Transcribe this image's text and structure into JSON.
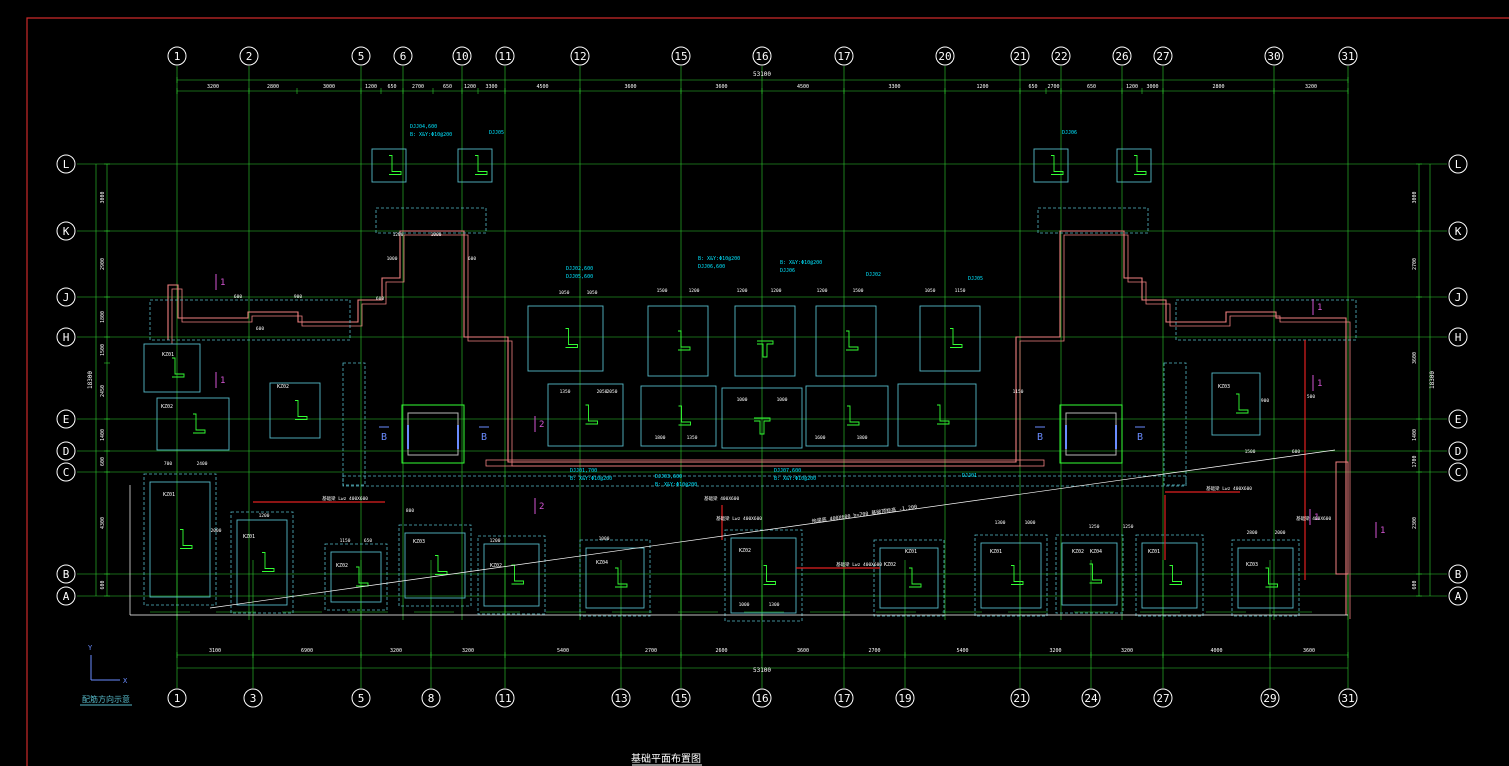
{
  "drawing": {
    "title": "基础平面布置图",
    "total_dimension_top": "53100",
    "total_dimension_bottom": "53100",
    "ucs_label_y": "Y",
    "ucs_label_x": "X",
    "note_label": "配筋方向示意",
    "colors": {
      "background": "#000000",
      "frame": "#cc2a2a",
      "axis": "#2fd02f",
      "bubble": "#ffffff",
      "dim": "#2fd02f",
      "dim_text": "#ffffff",
      "footing": "#56b9c8",
      "rebar": "#33ff33",
      "wall": "#f08080",
      "beam": "#e02020",
      "column": "#6a8cff",
      "callout": "#00e5ff",
      "section": "#d455d4",
      "grey": "#b8b8b8"
    }
  },
  "grid": {
    "top_axes": [
      "1",
      "2",
      "5",
      "6",
      "10",
      "11",
      "12",
      "15",
      "16",
      "17",
      "20",
      "21",
      "22",
      "26",
      "27",
      "30",
      "31"
    ],
    "bottom_axes": [
      "1",
      "3",
      "5",
      "8",
      "11",
      "13",
      "15",
      "16",
      "17",
      "19",
      "21",
      "24",
      "27",
      "29",
      "31"
    ],
    "row_axes": [
      "L",
      "K",
      "J",
      "H",
      "E",
      "D",
      "C",
      "B",
      "A"
    ]
  },
  "dimensions": {
    "top_segments": [
      "3200",
      "2800",
      "3000",
      "1200",
      "650",
      "2700",
      "650",
      "1200",
      "3300",
      "4500",
      "3600",
      "3600",
      "4500",
      "3300",
      "1200",
      "650",
      "2700",
      "650",
      "1200",
      "3000",
      "2800",
      "3200"
    ],
    "bottom_segments": [
      "3100",
      "6900",
      "3200",
      "3200",
      "5400",
      "2700",
      "2600",
      "3600",
      "2700",
      "5400",
      "3200",
      "3200",
      "4000",
      "3600"
    ],
    "left_segments": [
      "3000",
      "2900",
      "1800",
      "1500",
      "2450",
      "1400",
      "600",
      "4300",
      "600"
    ],
    "left_total": "18300",
    "right_segments": [
      "3000",
      "2700",
      "3600",
      "1400",
      "1700",
      "2300",
      "600"
    ],
    "right_total": "18300"
  },
  "labels": {
    "callouts_cyan": [
      "DJJ04,600",
      "B: X&Y:Φ10@200",
      "DJJ05",
      "DJJ02,600",
      "DJJ05,600",
      "B: X&Y:Φ10@200",
      "DJJ06,600",
      "B: X&Y:Φ10@200",
      "DJJ06",
      "DJJ02",
      "DJJ05",
      "DJJ06",
      "DJJ01,700",
      "B: X&Y:Φ10@200",
      "DJJ03,600",
      "B: X&Y:Φ10@200",
      "DJJ07,600",
      "B: X&Y:Φ10@200",
      "DJJ01"
    ],
    "pile_caps": [
      "KZ01",
      "KZ02",
      "KZ01",
      "KZ02",
      "KZ01",
      "KZ02",
      "KZ03",
      "KZ02",
      "KZ04",
      "KZ02",
      "KZ02",
      "KZ01",
      "KZ02",
      "KZ01",
      "KZ03",
      "KZ03",
      "KZ04",
      "KZ01"
    ],
    "section_marks": [
      "1",
      "1",
      "2",
      "2",
      "1",
      "1",
      "1",
      "1"
    ],
    "section_B": [
      "B",
      "B",
      "B",
      "B"
    ],
    "beam_notes": [
      "基础梁 Lwz 400X600",
      "基础梁 Lwz 400X600",
      "基础梁 Lwz 400X600",
      "基础梁 Lwz 400X600",
      "基础梁 400X600",
      "基础梁 400X600"
    ],
    "slope_note": "地梁底 400X600 h=700 基础顶标高 -1.200",
    "small_dims": [
      "600",
      "900",
      "600",
      "600",
      "1000",
      "600",
      "1200",
      "1000",
      "1050",
      "1050",
      "1500",
      "1200",
      "1200",
      "1200",
      "1200",
      "1500",
      "1050",
      "1150",
      "1350",
      "2050",
      "1000",
      "1000",
      "2050",
      "1150",
      "1800",
      "1350",
      "1600",
      "1800",
      "700",
      "2400",
      "1150",
      "650",
      "1200",
      "800",
      "1200",
      "1000",
      "1000",
      "1300",
      "1300",
      "1000",
      "1250",
      "1250",
      "2800",
      "2000",
      "2000",
      "1500",
      "600",
      "900",
      "500"
    ]
  }
}
